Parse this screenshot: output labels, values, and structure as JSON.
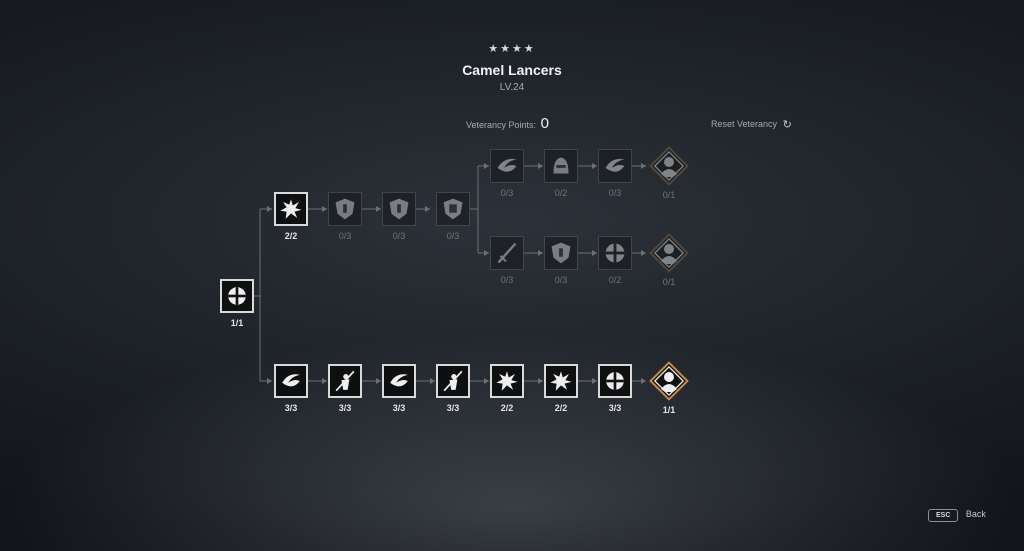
{
  "unit": {
    "stars": "★★★★",
    "name": "Camel Lancers",
    "level": "LV.24"
  },
  "veterancy": {
    "points_label": "Veterancy Points:",
    "points_value": "0",
    "reset_label": "Reset Veterancy",
    "reset_icon": "↻"
  },
  "tree": {
    "root": {
      "icon": "cross-shield-icon",
      "count": "1/1",
      "state": "done"
    },
    "upper": [
      {
        "icon": "burst-icon",
        "count": "2/2",
        "state": "done"
      },
      {
        "icon": "shield-emblem-icon",
        "count": "0/3",
        "state": "dim"
      },
      {
        "icon": "shield-emblem-icon",
        "count": "0/3",
        "state": "dim"
      },
      {
        "icon": "tower-icon",
        "count": "0/3",
        "state": "dim"
      }
    ],
    "branch_a": [
      {
        "icon": "swirl-icon",
        "count": "0/3",
        "state": "dim"
      },
      {
        "icon": "helmet-icon",
        "count": "0/2",
        "state": "dim"
      },
      {
        "icon": "swirl-icon",
        "count": "0/3",
        "state": "dim"
      },
      {
        "icon": "elite-emblem-icon",
        "count": "0/1",
        "state": "dim"
      }
    ],
    "branch_b": [
      {
        "icon": "spear-icon",
        "count": "0/3",
        "state": "dim"
      },
      {
        "icon": "shield-emblem-icon",
        "count": "0/3",
        "state": "dim"
      },
      {
        "icon": "cross-shield-icon",
        "count": "0/2",
        "state": "dim"
      },
      {
        "icon": "elite-emblem-icon",
        "count": "0/1",
        "state": "dim"
      }
    ],
    "lower": [
      {
        "icon": "swirl-icon",
        "count": "3/3",
        "state": "done"
      },
      {
        "icon": "lancer-icon",
        "count": "3/3",
        "state": "done"
      },
      {
        "icon": "swirl-icon",
        "count": "3/3",
        "state": "done"
      },
      {
        "icon": "lancer-icon",
        "count": "3/3",
        "state": "done"
      },
      {
        "icon": "burst-icon",
        "count": "2/2",
        "state": "done"
      },
      {
        "icon": "burst-icon",
        "count": "2/2",
        "state": "done"
      },
      {
        "icon": "cross-shield-icon",
        "count": "3/3",
        "state": "done"
      },
      {
        "icon": "elite-emblem-icon",
        "count": "1/1",
        "state": "done"
      }
    ]
  },
  "footer": {
    "esc_key": "ESC",
    "back_label": "Back"
  }
}
